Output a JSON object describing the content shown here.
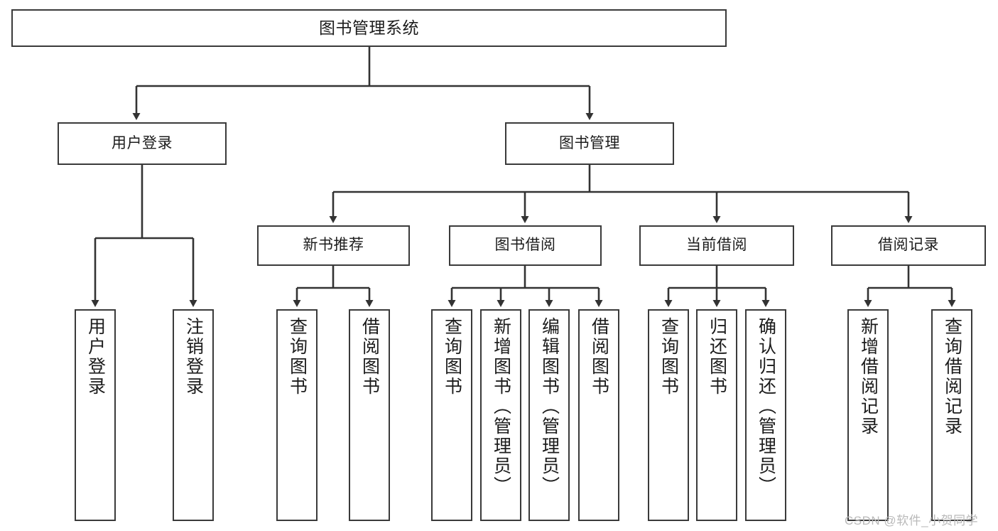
{
  "diagram": {
    "title": "图书管理系统",
    "type": "tree-hierarchy-chart",
    "root": {
      "id": "root",
      "label": "图书管理系统",
      "orientation": "horizontal"
    },
    "level2": [
      {
        "id": "user-login",
        "label": "用户登录",
        "orientation": "horizontal"
      },
      {
        "id": "book-management",
        "label": "图书管理",
        "orientation": "horizontal"
      }
    ],
    "level3": [
      {
        "id": "new-book-recommend",
        "label": "新书推荐",
        "orientation": "horizontal",
        "parent": "book-management"
      },
      {
        "id": "book-borrow",
        "label": "图书借阅",
        "orientation": "horizontal",
        "parent": "book-management"
      },
      {
        "id": "current-borrow",
        "label": "当前借阅",
        "orientation": "horizontal",
        "parent": "book-management"
      },
      {
        "id": "borrow-record",
        "label": "借阅记录",
        "orientation": "horizontal",
        "parent": "book-management"
      }
    ],
    "leaves": [
      {
        "id": "leaf-user-login",
        "label": "用户登录",
        "orientation": "vertical",
        "parent": "user-login"
      },
      {
        "id": "leaf-logout-login",
        "label": "注销登录",
        "orientation": "vertical",
        "parent": "user-login"
      },
      {
        "id": "leaf-query-book-1",
        "label": "查询图书",
        "orientation": "vertical",
        "parent": "new-book-recommend"
      },
      {
        "id": "leaf-borrow-book-1",
        "label": "借阅图书",
        "orientation": "vertical",
        "parent": "new-book-recommend"
      },
      {
        "id": "leaf-query-book-2",
        "label": "查询图书",
        "orientation": "vertical",
        "parent": "book-borrow"
      },
      {
        "id": "leaf-add-book",
        "label": "新增图书（管理员）",
        "orientation": "vertical",
        "parent": "book-borrow"
      },
      {
        "id": "leaf-edit-book",
        "label": "编辑图书（管理员）",
        "orientation": "vertical",
        "parent": "book-borrow"
      },
      {
        "id": "leaf-borrow-book-2",
        "label": "借阅图书",
        "orientation": "vertical",
        "parent": "book-borrow"
      },
      {
        "id": "leaf-query-book-3",
        "label": "查询图书",
        "orientation": "vertical",
        "parent": "current-borrow"
      },
      {
        "id": "leaf-return-book",
        "label": "归还图书",
        "orientation": "vertical",
        "parent": "current-borrow"
      },
      {
        "id": "leaf-confirm-return",
        "label": "确认归还（管理员）",
        "orientation": "vertical",
        "parent": "current-borrow"
      },
      {
        "id": "leaf-add-borrow-record",
        "label": "新增借阅记录",
        "orientation": "vertical",
        "parent": "borrow-record"
      },
      {
        "id": "leaf-query-borrow-record",
        "label": "查询借阅记录",
        "orientation": "vertical",
        "parent": "borrow-record"
      }
    ],
    "colors": {
      "box_border": "#3a3a3a",
      "box_fill": "#ffffff",
      "connector": "#333333",
      "text": "#1c1c1c",
      "background": "#ffffff",
      "watermark": "#b9b9b9"
    }
  },
  "watermark": {
    "text": "CSDN @软件_小贺同学"
  }
}
